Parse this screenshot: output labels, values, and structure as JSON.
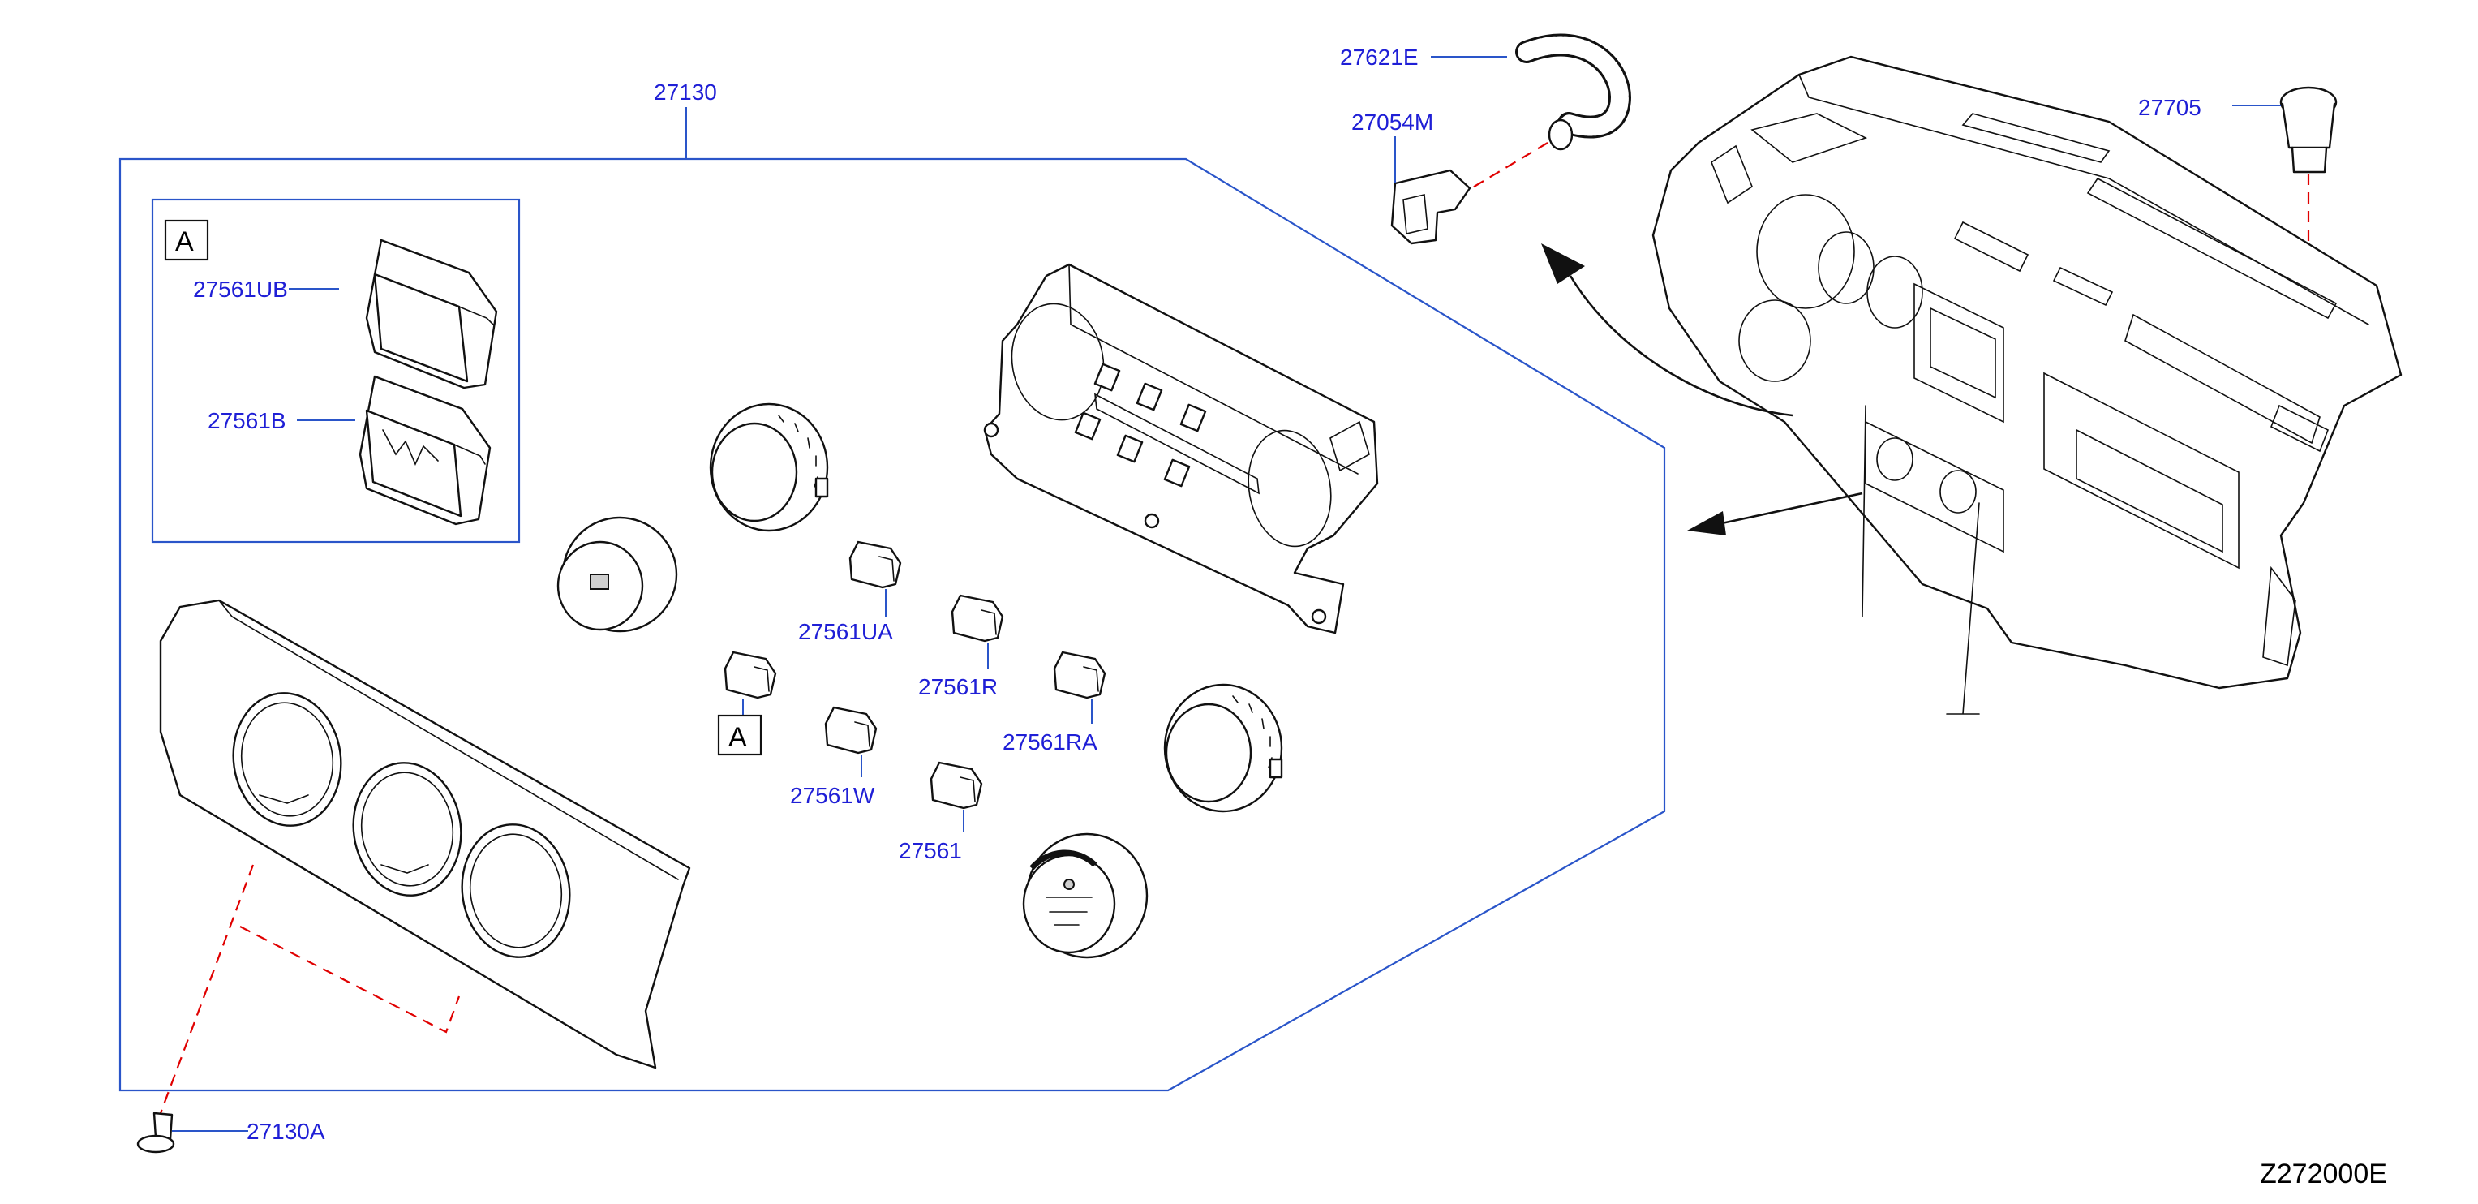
{
  "diagram_code": "Z272000E",
  "reference_marker": "A",
  "parts": {
    "p27130": "27130",
    "p27621E": "27621E",
    "p27054M": "27054M",
    "p27705": "27705",
    "p27561UB": "27561UB",
    "p27561B": "27561B",
    "p27561UA": "27561UA",
    "p27561R": "27561R",
    "p27561RA": "27561RA",
    "p27561W": "27561W",
    "p27561": "27561",
    "p27130A": "27130A"
  },
  "colors": {
    "part_number": "#1f1fd6",
    "leader_line": "#2a55c9",
    "hidden_line": "#e00000",
    "outline": "#111111"
  }
}
